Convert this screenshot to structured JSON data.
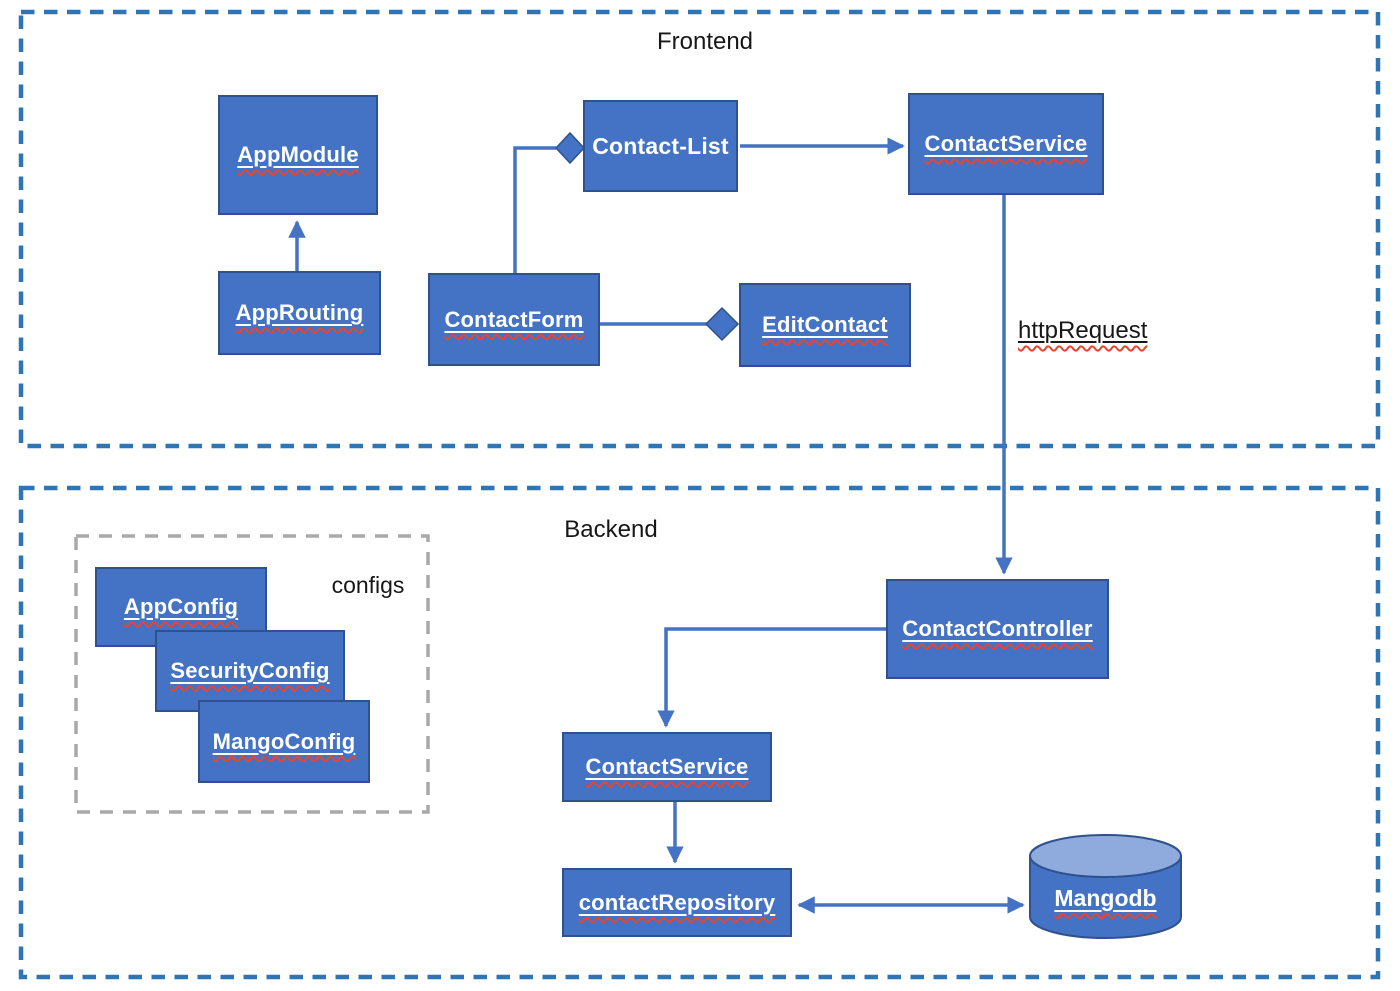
{
  "diagram": {
    "frontend_label": "Frontend",
    "backend_label": "Backend",
    "configs_label": "configs",
    "http_request_label": "httpRequest",
    "nodes": {
      "app_module": "AppModule",
      "app_routing": "AppRouting",
      "contact_list": "Contact-List",
      "contact_form": "ContactForm",
      "edit_contact": "EditContact",
      "contact_service_frontend": "ContactService",
      "contact_controller": "ContactController",
      "contact_service_backend": "ContactService",
      "contact_repository": "contactRepository",
      "mangodb": "Mangodb",
      "app_config": "AppConfig",
      "security_config": "SecurityConfig",
      "mango_config": "MangoConfig"
    },
    "colors": {
      "node_fill": "#4472C4",
      "node_border": "#2F528F",
      "frame_blue": "#2E75B6",
      "frame_gray": "#A9A9A9",
      "cylinder_top": "#8FAADC",
      "squiggle_red": "#E8442E",
      "text_black": "#171717",
      "text_white": "#FFFFFF"
    }
  }
}
